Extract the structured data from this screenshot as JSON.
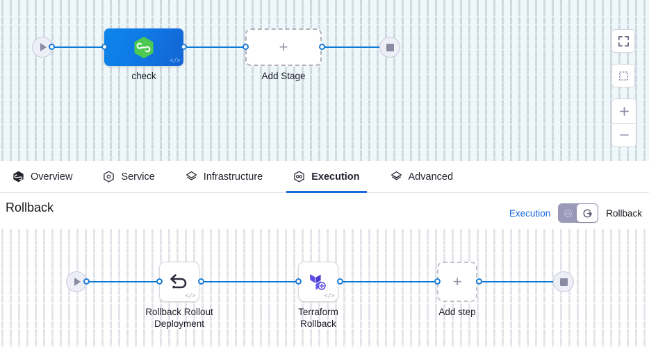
{
  "execution_canvas": {
    "start_node": {
      "icon": "play-icon"
    },
    "end_node": {
      "icon": "stop-icon"
    },
    "stages": [
      {
        "label": "check",
        "icon": "harness-hexagon-icon",
        "badge": "</>",
        "type": "stage"
      },
      {
        "label": "Add Stage",
        "icon": "plus-icon",
        "type": "add"
      }
    ]
  },
  "canvas_toolbar": {
    "fullscreen_label": "fullscreen-icon",
    "fit_selection_label": "selection-box-icon",
    "zoom_in_label": "zoom-in-icon",
    "zoom_out_label": "zoom-out-icon"
  },
  "tabs": [
    {
      "label": "Overview",
      "icon": "harness-overview-icon",
      "active": false
    },
    {
      "label": "Service",
      "icon": "service-hexagon-icon",
      "active": false
    },
    {
      "label": "Infrastructure",
      "icon": "infrastructure-layers-icon",
      "active": false
    },
    {
      "label": "Execution",
      "icon": "execution-pipeline-icon",
      "active": true
    },
    {
      "label": "Advanced",
      "icon": "advanced-layers-icon",
      "active": false
    }
  ],
  "rollback_section": {
    "title": "Rollback",
    "toggle": {
      "left_label": "Execution",
      "right_label": "Rollback",
      "selected": "Rollback",
      "left_icon": "execution-icon",
      "right_icon": "rollback-icon"
    },
    "start_node": {
      "icon": "play-icon"
    },
    "end_node": {
      "icon": "stop-icon"
    },
    "steps": [
      {
        "label": "Rollback Rollout\nDeployment",
        "icon": "rollback-arrow-icon",
        "badge": "</>",
        "type": "step"
      },
      {
        "label": "Terraform\nRollback",
        "icon": "terraform-rollback-icon",
        "badge": "</>",
        "type": "step"
      },
      {
        "label": "Add step",
        "icon": "plus-icon",
        "type": "add"
      }
    ]
  },
  "colors": {
    "accent_blue": "#1b69dc",
    "edge_blue": "#0b7ad6",
    "stage_blue": "#0f7ae4",
    "harness_green": "#4dc952",
    "terraform_purple": "#5c4ee5",
    "canvas_top_bg": "#eef8fb"
  }
}
